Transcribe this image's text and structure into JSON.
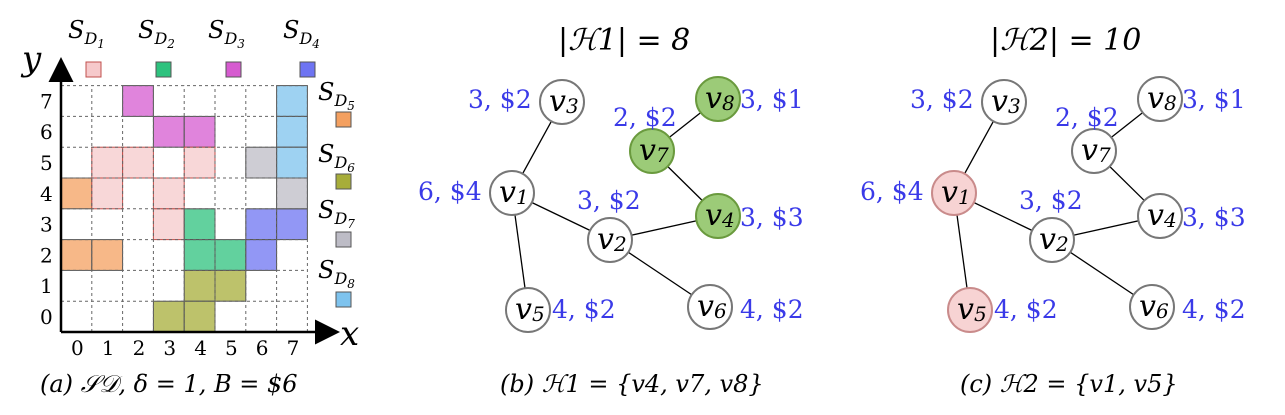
{
  "panel_a": {
    "y_axis_label": "y",
    "x_axis_label": "x",
    "x_ticks": [
      "0",
      "1",
      "2",
      "3",
      "4",
      "5",
      "6",
      "7"
    ],
    "y_ticks": [
      "0",
      "1",
      "2",
      "3",
      "4",
      "5",
      "6",
      "7"
    ],
    "legend": [
      {
        "label": "S",
        "sub": "D",
        "idx": "1",
        "color": "#f6c9cb"
      },
      {
        "label": "S",
        "sub": "D",
        "idx": "2",
        "color": "#2ec27e"
      },
      {
        "label": "S",
        "sub": "D",
        "idx": "3",
        "color": "#d65bd0"
      },
      {
        "label": "S",
        "sub": "D",
        "idx": "4",
        "color": "#6e74f2"
      },
      {
        "label": "S",
        "sub": "D",
        "idx": "5",
        "color": "#f4a060"
      },
      {
        "label": "S",
        "sub": "D",
        "idx": "6",
        "color": "#a7ad3a"
      },
      {
        "label": "S",
        "sub": "D",
        "idx": "7",
        "color": "#bdbcc6"
      },
      {
        "label": "S",
        "sub": "D",
        "idx": "8",
        "color": "#7ec3ee"
      }
    ],
    "caption": "(a) 𝒮𝒟, δ = 1, B = $6"
  },
  "panel_b": {
    "title": "|ℋ1| = 8",
    "caption": "(b) ℋ1 = {v4, v7, v8}",
    "highlight_color": "#9ccb78"
  },
  "panel_c": {
    "title": "|ℋ2| = 10",
    "caption": "(c) ℋ2 = {v1, v5}",
    "highlight_color": "#f7d3d3"
  },
  "nodes": {
    "v1": {
      "name": "v",
      "index": "1",
      "annotation": "6, $4"
    },
    "v2": {
      "name": "v",
      "index": "2",
      "annotation": "3, $2"
    },
    "v3": {
      "name": "v",
      "index": "3",
      "annotation": "3, $2"
    },
    "v4": {
      "name": "v",
      "index": "4",
      "annotation": "3, $3"
    },
    "v5": {
      "name": "v",
      "index": "5",
      "annotation": "4, $2"
    },
    "v6": {
      "name": "v",
      "index": "6",
      "annotation": "4, $2"
    },
    "v7": {
      "name": "v",
      "index": "7",
      "annotation": "2, $2"
    },
    "v8": {
      "name": "v",
      "index": "8",
      "annotation": "3, $1"
    }
  },
  "annotation_color": "#3a3ae8"
}
